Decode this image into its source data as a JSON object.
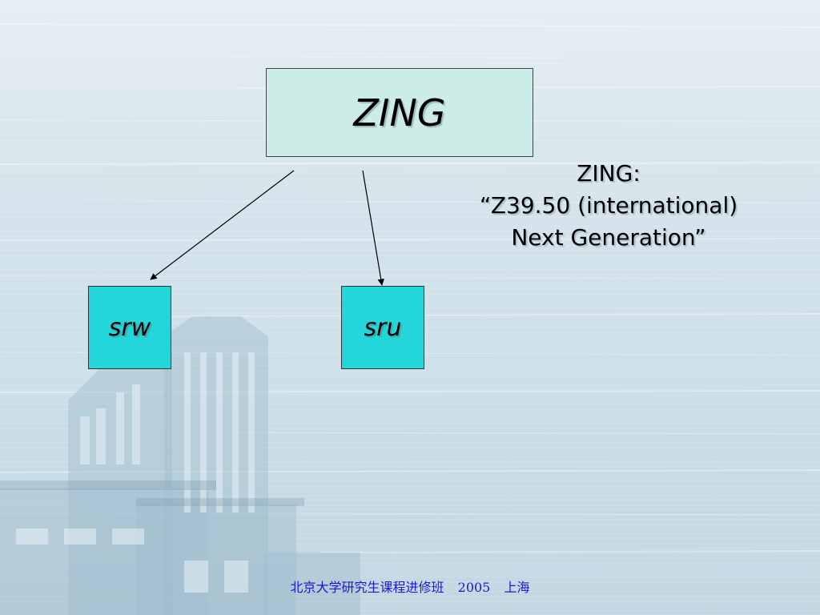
{
  "diagram": {
    "root": {
      "label": "ZING"
    },
    "children": [
      {
        "id": "srw",
        "label": "srw"
      },
      {
        "id": "sru",
        "label": "sru"
      }
    ],
    "edges": [
      {
        "from": "ZING",
        "to": "srw"
      },
      {
        "from": "ZING",
        "to": "sru"
      }
    ]
  },
  "note": {
    "line1": "ZING:",
    "line2": "“Z39.50 (international)",
    "line3": "Next Generation”"
  },
  "footer": {
    "org": "北京大学研究生课程进修班",
    "year": "2005",
    "city": "上海"
  },
  "colors": {
    "root_fill": "#ccece7",
    "child_fill": "#22d6d9",
    "footer_text": "#1a1ad0"
  }
}
